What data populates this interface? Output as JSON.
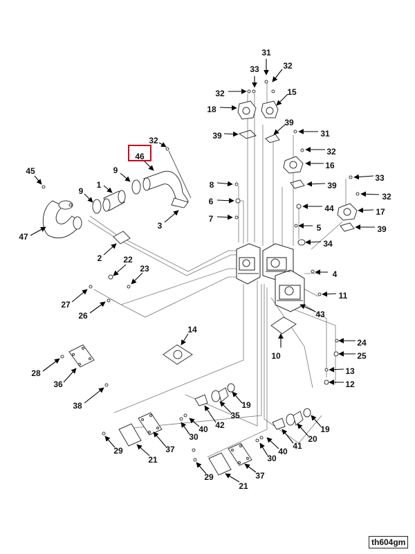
{
  "diagram_code": "th604gm",
  "highlight_ref": "46",
  "callouts": [
    {
      "id": "c31a",
      "label": "31"
    },
    {
      "id": "c33a",
      "label": "33"
    },
    {
      "id": "c32a",
      "label": "32"
    },
    {
      "id": "c32b",
      "label": "32"
    },
    {
      "id": "c15",
      "label": "15"
    },
    {
      "id": "c18",
      "label": "18"
    },
    {
      "id": "c39a",
      "label": "39"
    },
    {
      "id": "c39b",
      "label": "39"
    },
    {
      "id": "c31b",
      "label": "31"
    },
    {
      "id": "c32c",
      "label": "32"
    },
    {
      "id": "c46",
      "label": "46"
    },
    {
      "id": "c32d",
      "label": "32"
    },
    {
      "id": "c16",
      "label": "16"
    },
    {
      "id": "c45",
      "label": "45"
    },
    {
      "id": "c9a",
      "label": "9"
    },
    {
      "id": "c1",
      "label": "1"
    },
    {
      "id": "c9b",
      "label": "9"
    },
    {
      "id": "c8",
      "label": "8"
    },
    {
      "id": "c39c",
      "label": "39"
    },
    {
      "id": "c33b",
      "label": "33"
    },
    {
      "id": "c32e",
      "label": "32"
    },
    {
      "id": "c6",
      "label": "6"
    },
    {
      "id": "c44",
      "label": "44"
    },
    {
      "id": "c17",
      "label": "17"
    },
    {
      "id": "c7",
      "label": "7"
    },
    {
      "id": "c3",
      "label": "3"
    },
    {
      "id": "c47",
      "label": "47"
    },
    {
      "id": "c5",
      "label": "5"
    },
    {
      "id": "c39d",
      "label": "39"
    },
    {
      "id": "c34",
      "label": "34"
    },
    {
      "id": "c2",
      "label": "2"
    },
    {
      "id": "c22",
      "label": "22"
    },
    {
      "id": "c23",
      "label": "23"
    },
    {
      "id": "c4",
      "label": "4"
    },
    {
      "id": "c11",
      "label": "11"
    },
    {
      "id": "c27",
      "label": "27"
    },
    {
      "id": "c26",
      "label": "26"
    },
    {
      "id": "c43",
      "label": "43"
    },
    {
      "id": "c14",
      "label": "14"
    },
    {
      "id": "c24",
      "label": "24"
    },
    {
      "id": "c25",
      "label": "25"
    },
    {
      "id": "c10",
      "label": "10"
    },
    {
      "id": "c28",
      "label": "28"
    },
    {
      "id": "c13",
      "label": "13"
    },
    {
      "id": "c36",
      "label": "36"
    },
    {
      "id": "c12",
      "label": "12"
    },
    {
      "id": "c38",
      "label": "38"
    },
    {
      "id": "c19a",
      "label": "19"
    },
    {
      "id": "c35",
      "label": "35"
    },
    {
      "id": "c42",
      "label": "42"
    },
    {
      "id": "c40a",
      "label": "40"
    },
    {
      "id": "c30a",
      "label": "30"
    },
    {
      "id": "c37a",
      "label": "37"
    },
    {
      "id": "c29a",
      "label": "29"
    },
    {
      "id": "c21a",
      "label": "21"
    },
    {
      "id": "c19b",
      "label": "19"
    },
    {
      "id": "c20",
      "label": "20"
    },
    {
      "id": "c41",
      "label": "41"
    },
    {
      "id": "c40b",
      "label": "40"
    },
    {
      "id": "c30b",
      "label": "30"
    },
    {
      "id": "c37b",
      "label": "37"
    },
    {
      "id": "c29b",
      "label": "29"
    },
    {
      "id": "c21b",
      "label": "21"
    }
  ]
}
